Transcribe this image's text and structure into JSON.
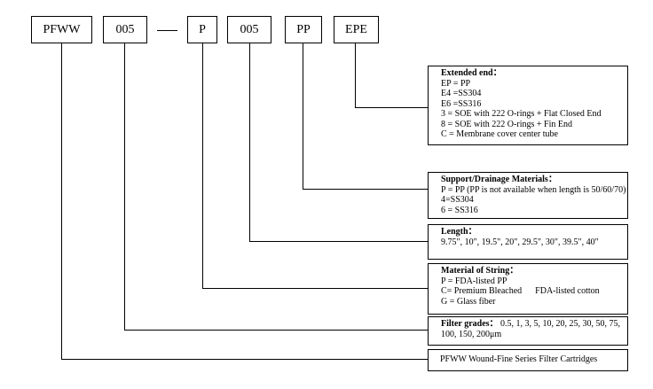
{
  "codes": [
    "PFWW",
    "005",
    "P",
    "005",
    "PP",
    "EPE"
  ],
  "separator": "—",
  "extended_end": {
    "title": "Extended end：",
    "lines": [
      "EP = PP",
      "E4 =SS304",
      "E6 =SS316",
      "3 = SOE with 222 O-rings + Flat Closed End",
      "8 = SOE with 222 O-rings + Fin End",
      "C = Membrane cover center tube"
    ]
  },
  "support": {
    "title": "Support/Drainage Materials：",
    "lines": [
      "P = PP (PP is not available when length is 50/60/70)",
      "4=SS304",
      "6 = SS316"
    ]
  },
  "length": {
    "title": "Length：",
    "lines": [
      "9.75\", 10\", 19.5\", 20\", 29.5\", 30\", 39.5\", 40\""
    ]
  },
  "material": {
    "title": "Material of String：",
    "lines": [
      "P = FDA-listed PP",
      "C= Premium Bleached      FDA-listed cotton",
      "G = Glass fiber"
    ]
  },
  "grades": {
    "title": "Filter grades：",
    "inline": "0.5, 1, 3, 5, 10, 20, 25, 30, 50, 75,",
    "lines": [
      "100, 150, 200μm"
    ]
  },
  "series": {
    "text": "PFWW Wound-Fine Series Filter Cartridges"
  }
}
